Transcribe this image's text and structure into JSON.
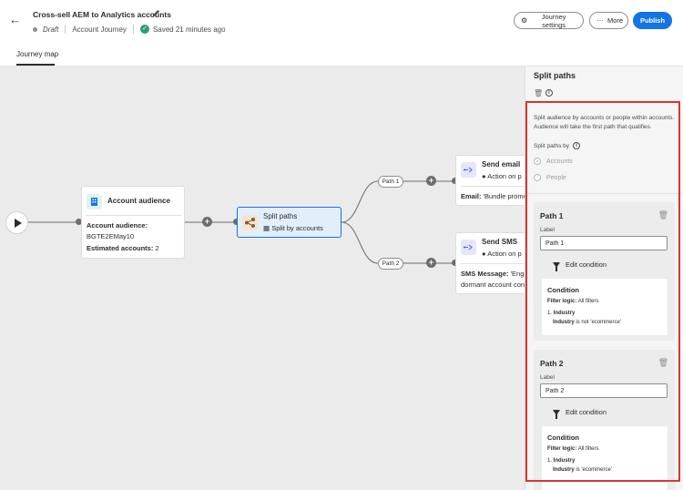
{
  "header": {
    "title": "Cross-sell AEM to Analytics accounts",
    "status": "Draft",
    "journey_type": "Account Journey",
    "saved": "Saved 21 minutes ago",
    "settings_label": "Journey settings",
    "more_label": "More",
    "publish_label": "Publish"
  },
  "tabs": {
    "journey_map": "Journey map"
  },
  "canvas": {
    "account_audience": {
      "title": "Account audience",
      "label": "Account audience:",
      "audience_id": "BGTE2EMay10",
      "estimated_label": "Estimated accounts:",
      "estimated_value": "2"
    },
    "split_paths": {
      "title": "Split paths",
      "sub": "Split by accounts"
    },
    "path1_pill": "Path 1",
    "path2_pill": "Path 2",
    "send_email": {
      "title": "Send email",
      "sub": "Action on p",
      "detail_label": "Email:",
      "detail_value": "'Bundle promo"
    },
    "send_sms": {
      "title": "Send SMS",
      "sub": "Action on p",
      "detail_label": "SMS Message:",
      "detail_value": "'Engag",
      "detail_line2": "dormant account con"
    }
  },
  "panel": {
    "title": "Split paths",
    "description": "Split audience by accounts or people within accounts. Audience will take the first path that qualifies.",
    "split_by_label": "Split paths by",
    "options": [
      "Accounts",
      "People"
    ],
    "selected_option": "Accounts",
    "paths": [
      {
        "title": "Path 1",
        "label_caption": "Label",
        "label_value": "Path 1",
        "edit_condition": "Edit condition",
        "condition_title": "Condition",
        "filter_logic_label": "Filter logic:",
        "filter_logic_value": "All filters",
        "rule_index": "1.",
        "rule_name": "Industry",
        "rule_field": "Industry",
        "rule_text": "is not 'ecommerce'"
      },
      {
        "title": "Path 2",
        "label_caption": "Label",
        "label_value": "Path 2",
        "edit_condition": "Edit condition",
        "condition_title": "Condition",
        "filter_logic_label": "Filter logic:",
        "filter_logic_value": "All filters",
        "rule_index": "1.",
        "rule_name": "Industry",
        "rule_field": "Industry",
        "rule_text": "is 'ecommerce'"
      }
    ]
  },
  "colors": {
    "primary": "#1473e6",
    "highlight": "#d9362e",
    "success": "#2d9d78",
    "canvas": "#ebebeb"
  }
}
